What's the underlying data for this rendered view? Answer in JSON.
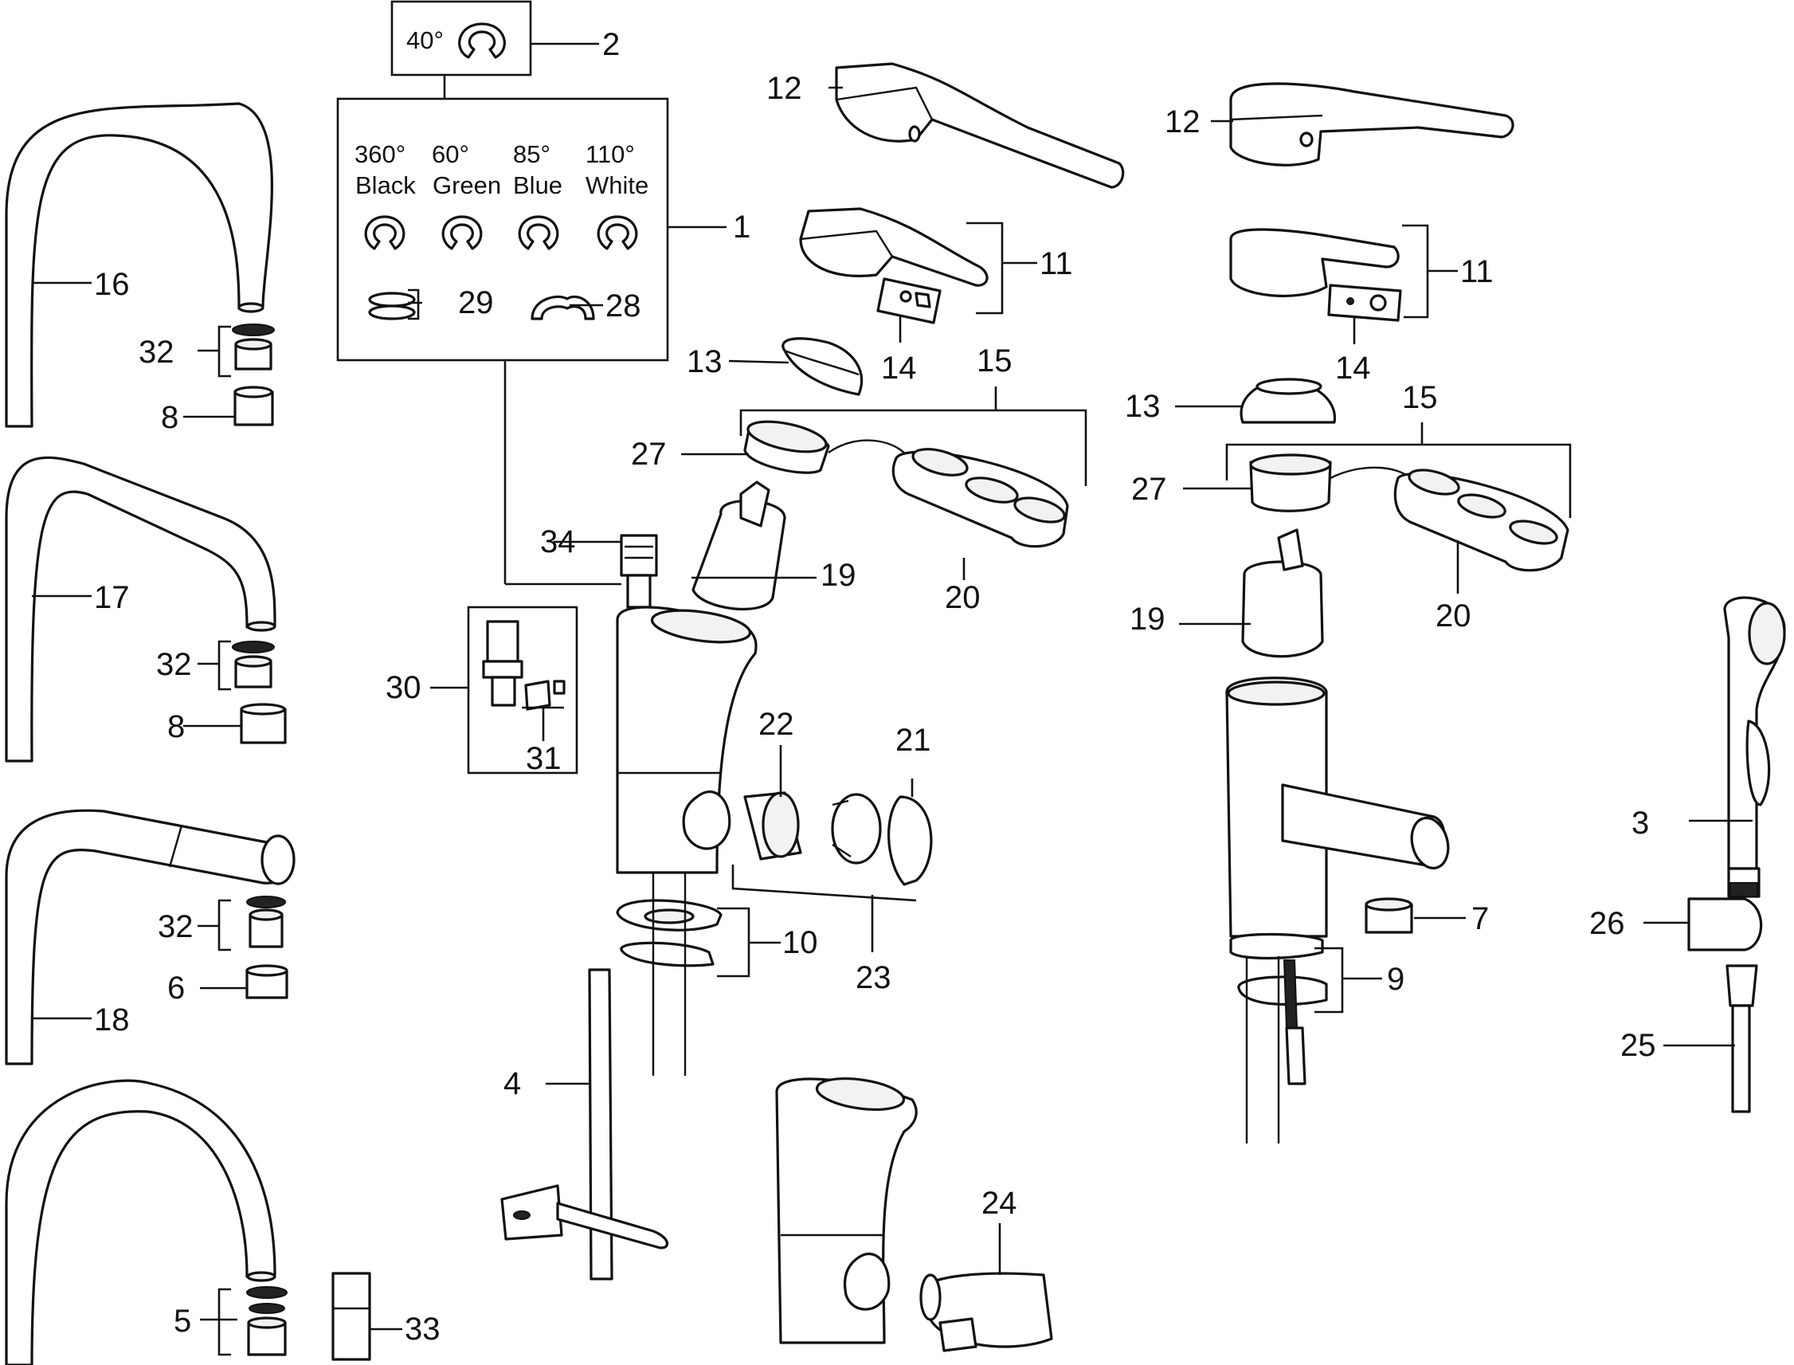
{
  "callouts": {
    "c1": "1",
    "c2": "2",
    "c3": "3",
    "c4": "4",
    "c5": "5",
    "c6": "6",
    "c7": "7",
    "c8a": "8",
    "c8b": "8",
    "c9": "9",
    "c10": "10",
    "c11a": "11",
    "c11b": "11",
    "c12a": "12",
    "c12b": "12",
    "c13a": "13",
    "c13b": "13",
    "c14a": "14",
    "c14b": "14",
    "c15a": "15",
    "c15b": "15",
    "c16": "16",
    "c17": "17",
    "c18": "18",
    "c19a": "19",
    "c19b": "19",
    "c20a": "20",
    "c20b": "20",
    "c21": "21",
    "c22": "22",
    "c23": "23",
    "c24": "24",
    "c25": "25",
    "c26": "26",
    "c27a": "27",
    "c27b": "27",
    "c28": "28",
    "c29": "29",
    "c30": "30",
    "c31": "31",
    "c32a": "32",
    "c32b": "32",
    "c32c": "32",
    "c33": "33",
    "c34": "34"
  },
  "limit_stop": {
    "single_angle": "40°",
    "options": [
      {
        "angle": "360°",
        "color": "Black"
      },
      {
        "angle": "60°",
        "color": "Green"
      },
      {
        "angle": "85°",
        "color": "Blue"
      },
      {
        "angle": "110°",
        "color": "White"
      }
    ]
  }
}
